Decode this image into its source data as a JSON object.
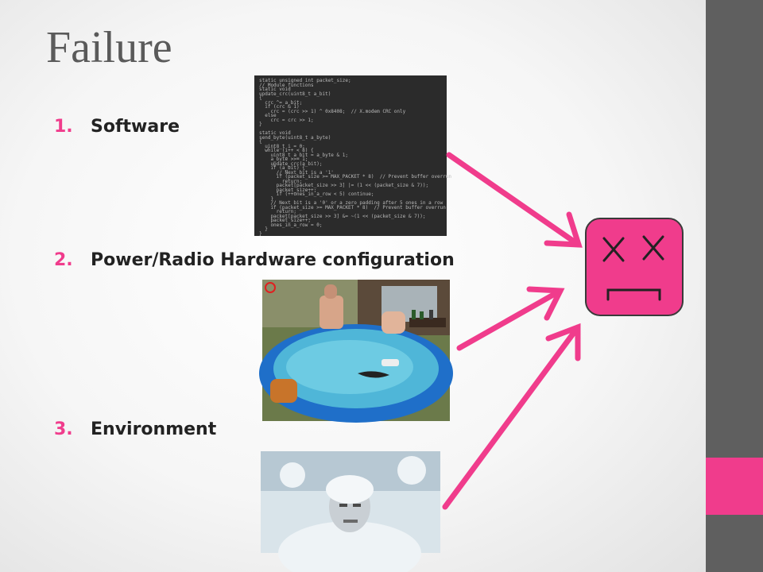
{
  "slide": {
    "title": "Failure",
    "items": [
      {
        "number": "1.",
        "label": "Software"
      },
      {
        "number": "2.",
        "label": "Power/Radio Hardware configuration"
      },
      {
        "number": "3.",
        "label": "Environment"
      }
    ]
  },
  "code_snippet": [
    "static unsigned int packet_size;",
    "// Module functions",
    "static void",
    "update_crc(uint8_t a_bit)",
    "{",
    "  crc ^= a_bit;",
    "  if (crc & 1)",
    "    crc = (crc >> 1) ^ 0x8408;  // X.modem CRC only",
    "  else",
    "    crc = crc >> 1;",
    "}",
    "",
    "static void",
    "send_byte(uint8_t a_byte)",
    "{",
    "  uint8_t i = 0;",
    "  while (i++ < 8) {",
    "    uint8_t a_bit = a_byte & 1;",
    "    a_byte >>= 1;",
    "    update_crc(a_bit);",
    "    if (a_bit) {",
    "      // Next bit is a '1'",
    "      if (packet_size >= MAX_PACKET * 8)  // Prevent buffer overrun",
    "        return;",
    "      packet[packet_size >> 3] |= (1 << (packet_size & 7));",
    "      packet_size++;",
    "      if (++ones_in_a_row < 5) continue;",
    "    }",
    "    // Next bit is a '0' or a zero padding after 5 ones in a row",
    "    if (packet_size >= MAX_PACKET * 8)  // Prevent buffer overrun",
    "      return;",
    "    packet[packet_size >> 3] &= ~(1 << (packet_size & 7));",
    "    packet_size++;",
    "    ones_in_a_row = 0;",
    "  }",
    "}"
  ],
  "colors": {
    "accent": "#f03c8c",
    "sidebar": "#5f5f5f",
    "title": "#5a5a5a"
  }
}
